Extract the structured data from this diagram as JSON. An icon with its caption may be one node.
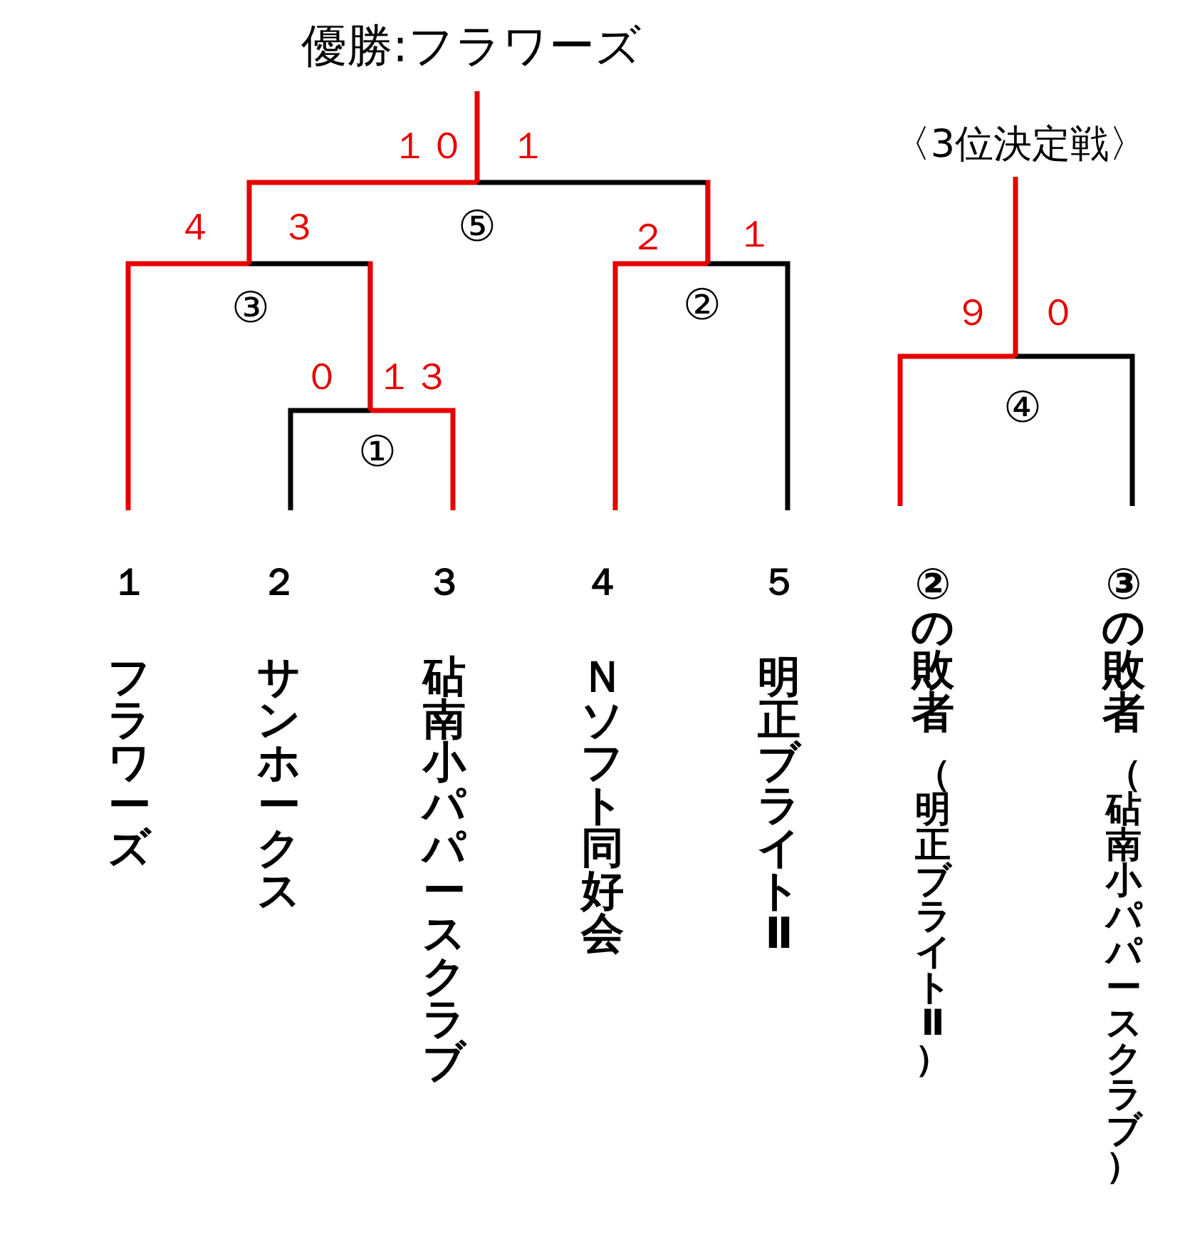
{
  "diagram": {
    "nodes": [
      {
        "text": [
          "優勝:フラワーズ"
        ]
      },
      {
        "text": [
          "〈3位決定戦〉"
        ]
      },
      {
        "text": [
          "⑤"
        ]
      },
      {
        "text": [
          "③"
        ]
      },
      {
        "text": [
          "②"
        ]
      },
      {
        "text": [
          "④"
        ]
      },
      {
        "text": [
          "①"
        ]
      },
      {
        "text": [
          "１",
          "フラワーズ"
        ]
      },
      {
        "text": [
          "２",
          "サンホークス"
        ]
      },
      {
        "text": [
          "３",
          "砧南小パパースクラブ"
        ]
      },
      {
        "text": [
          "４",
          "Ｎソフト同好会"
        ]
      },
      {
        "text": [
          "５",
          "明正ブライトⅡ"
        ]
      },
      {
        "text": [
          "②の敗者",
          "（明正ブライトⅡ）"
        ]
      },
      {
        "text": [
          "③の敗者",
          "（砧南小パパースクラブ）"
        ]
      }
    ],
    "edges": [
      {
        "from": 7,
        "to": 3,
        "arrow": "none",
        "label": "４"
      },
      {
        "from": 8,
        "to": 6,
        "arrow": "none",
        "label": "０",
        "color": "#000000"
      },
      {
        "from": 9,
        "to": 6,
        "arrow": "none",
        "label": "１３"
      },
      {
        "from": 10,
        "to": 4,
        "arrow": "none",
        "label": "２"
      },
      {
        "from": 11,
        "to": 4,
        "arrow": "none",
        "label": "１",
        "color": "#000000"
      },
      {
        "from": 6,
        "to": 3,
        "arrow": "none",
        "label": "３",
        "color": "#000000"
      },
      {
        "from": 3,
        "to": 2,
        "arrow": "none",
        "label": "１０"
      },
      {
        "from": 4,
        "to": 2,
        "arrow": "none",
        "label": "１",
        "color": "#000000"
      },
      {
        "from": 2,
        "to": 0,
        "arrow": "none"
      },
      {
        "from": 12,
        "to": 5,
        "arrow": "none",
        "label": "９"
      },
      {
        "from": 13,
        "to": 5,
        "arrow": "none",
        "label": "０",
        "color": "#000000"
      },
      {
        "from": 5,
        "to": 1,
        "arrow": "none"
      }
    ]
  }
}
